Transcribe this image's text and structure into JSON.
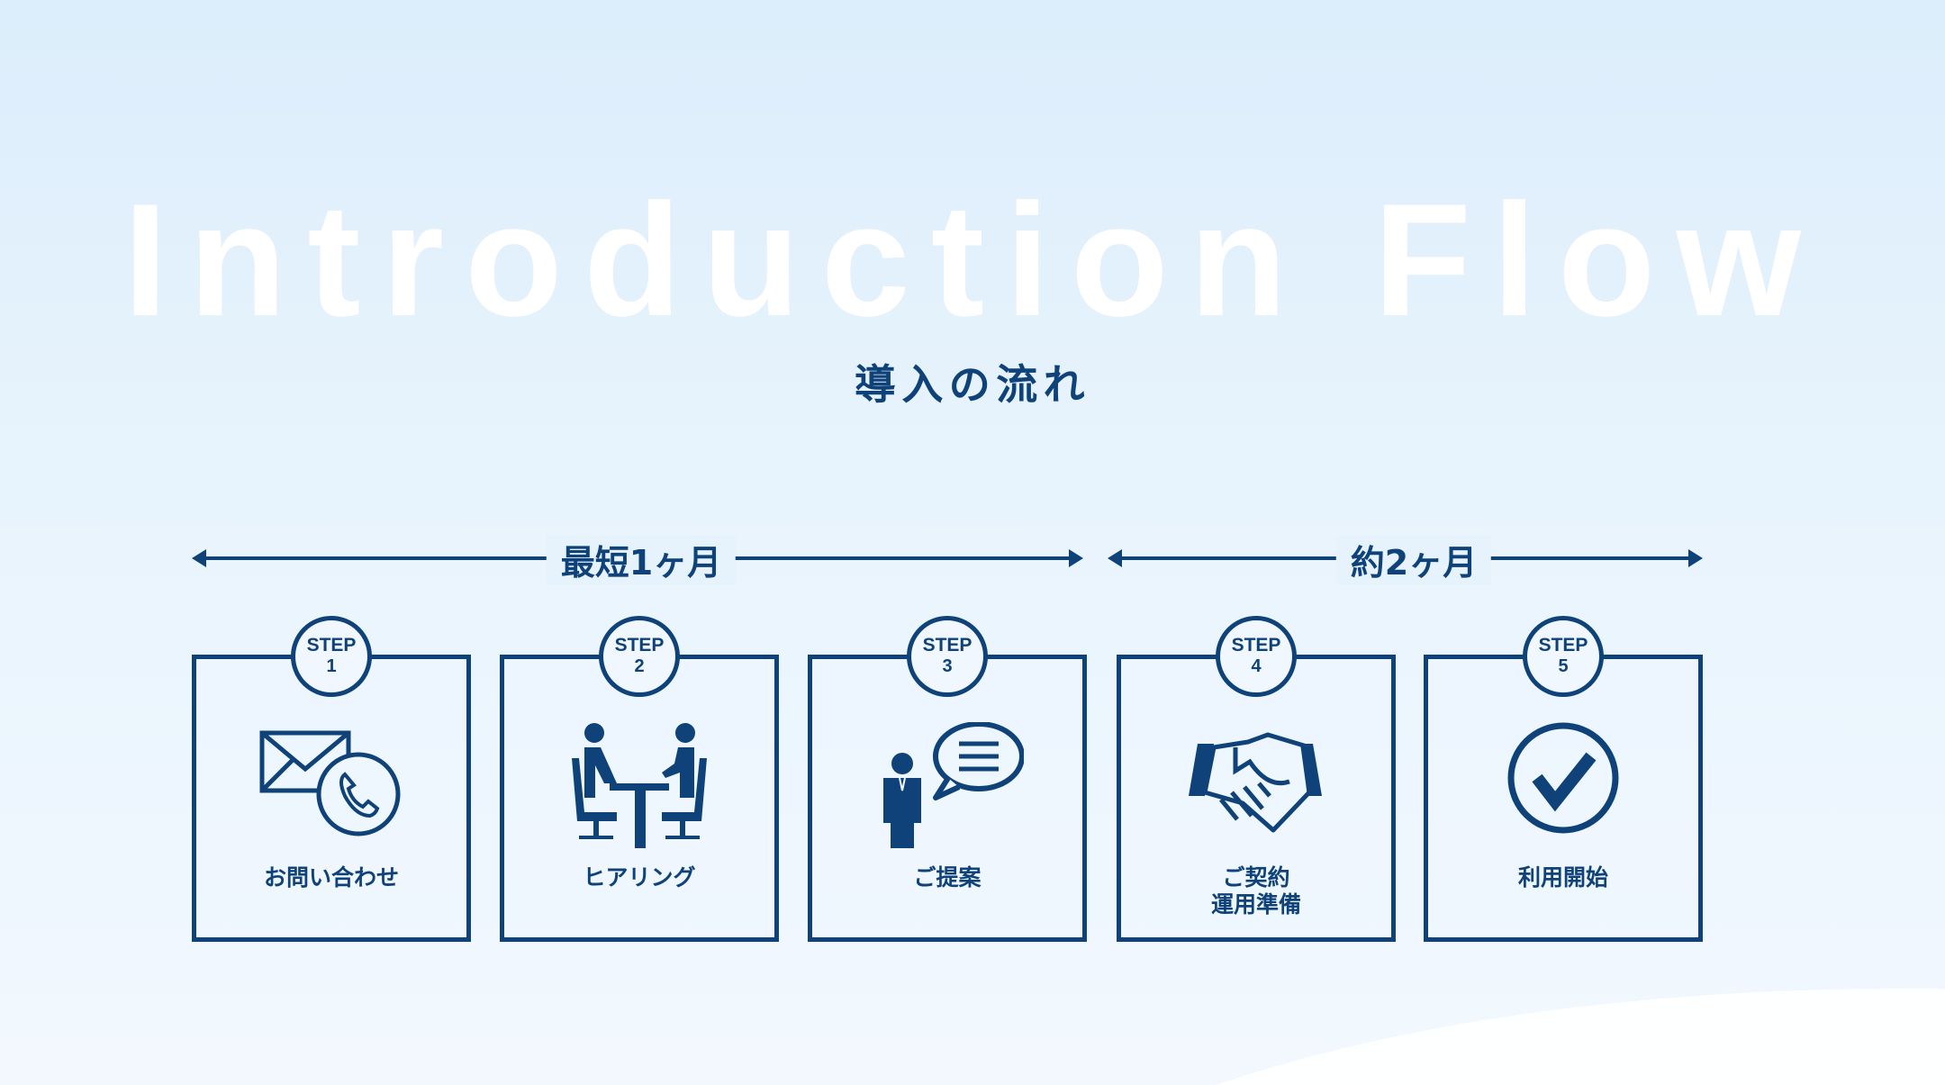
{
  "watermark": "Introduction Flow",
  "title": "導入の流れ",
  "timeline": [
    {
      "label": "最短1ヶ月"
    },
    {
      "label": "約2ヶ月"
    }
  ],
  "steps": [
    {
      "step": "STEP",
      "number": "1",
      "label": "お問い合わせ",
      "icon": "mail-phone-icon"
    },
    {
      "step": "STEP",
      "number": "2",
      "label": "ヒアリング",
      "icon": "meeting-icon"
    },
    {
      "step": "STEP",
      "number": "3",
      "label": "ご提案",
      "icon": "proposal-speech-icon"
    },
    {
      "step": "STEP",
      "number": "4",
      "label": "ご契約\n運用準備",
      "icon": "handshake-icon"
    },
    {
      "step": "STEP",
      "number": "5",
      "label": "利用開始",
      "icon": "check-circle-icon"
    }
  ],
  "colors": {
    "primary": "#0f4279",
    "background": "#e4f1fc"
  }
}
